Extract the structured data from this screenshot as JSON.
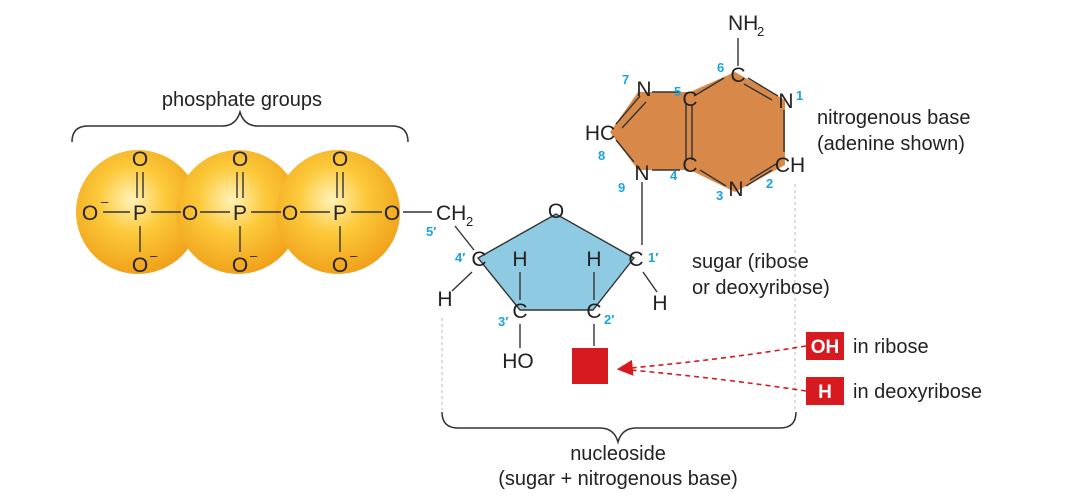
{
  "labels": {
    "phosphate_groups": "phosphate groups",
    "nitrogenous_base_1": "nitrogenous base",
    "nitrogenous_base_2": "(adenine shown)",
    "sugar_1": "sugar (ribose",
    "sugar_2": "or deoxyribose)",
    "nucleoside_1": "nucleoside",
    "nucleoside_2": "(sugar + nitrogenous base)",
    "in_ribose": "in ribose",
    "in_deoxyribose": "in deoxyribose"
  },
  "badges": {
    "oh": "OH",
    "h": "H"
  },
  "phosphate": {
    "o_double": "O",
    "o_minus": "O",
    "p": "P",
    "o_bridge": "O",
    "minus": "–"
  },
  "sugar": {
    "ch": "CH",
    "ch_sub": "2",
    "o_ring": "O",
    "c": "C",
    "h": "H",
    "ho": "HO",
    "num_5": "5′",
    "num_4": "4′",
    "num_3": "3′",
    "num_2": "2′",
    "num_1": "1′"
  },
  "base": {
    "nh": "NH",
    "nh_sub": "2",
    "n": "N",
    "c": "C",
    "hc": "HC",
    "ch": "CH",
    "num_1": "1",
    "num_2": "2",
    "num_3": "3",
    "num_4": "4",
    "num_5": "5",
    "num_6": "6",
    "num_7": "7",
    "num_8": "8",
    "num_9": "9"
  },
  "colors": {
    "phosphate_orb": "#f6b21e",
    "sugar_fill": "#8ecbe3",
    "base_fill": "#d8894a",
    "accent_red": "#d71920",
    "number_blue": "#1aa4dc"
  }
}
